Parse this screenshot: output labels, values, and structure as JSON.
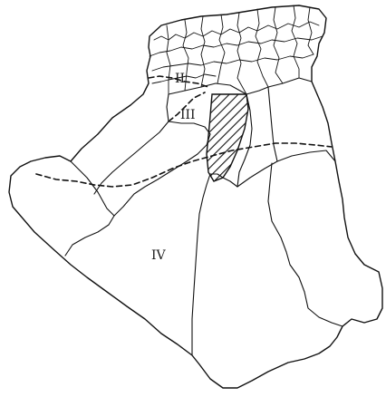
{
  "map": {
    "colors": {
      "ink": "#111111",
      "paper": "#ffffff"
    },
    "zones": [
      {
        "id": "zone-2",
        "label": "II"
      },
      {
        "id": "zone-3",
        "label": "III"
      },
      {
        "id": "zone-4",
        "label": "IV"
      }
    ],
    "legend_features": {
      "hatched_area": "study-region",
      "dashed_lines": "zone-boundaries"
    }
  }
}
